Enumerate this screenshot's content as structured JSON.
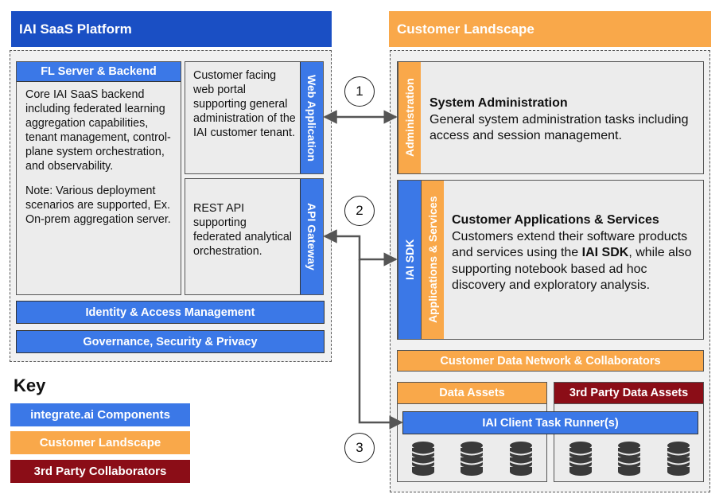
{
  "platform": {
    "header": "IAI SaaS Platform",
    "fl_server": {
      "title": "FL Server & Backend",
      "description": "Core IAI SaaS backend including federated learning aggregation capabilities, tenant management, control-plane system orchestration, and observability.",
      "note": "Note: Various deployment scenarios are supported, Ex. On-prem aggregation server."
    },
    "web_app": {
      "label": "Web Application",
      "description": "Customer facing web portal supporting general administration of the IAI customer tenant."
    },
    "api_gateway": {
      "label": "API Gateway",
      "description": "REST API supporting federated analytical orchestration."
    },
    "iam": "Identity & Access Management",
    "governance": "Governance, Security & Privacy"
  },
  "customer": {
    "header": "Customer Landscape",
    "administration": {
      "label": "Administration",
      "title": "System Administration",
      "description": "General system administration tasks including access and session management."
    },
    "sdk_label": "IAI SDK",
    "apps": {
      "label": "Applications & Services",
      "title": "Customer Applications & Services",
      "desc_part1": "Customers extend their software products and services using the ",
      "desc_bold": "IAI SDK",
      "desc_part2": ", while also supporting notebook based ad hoc discovery and exploratory analysis."
    },
    "data_network": "Customer Data Network & Collaborators",
    "data_assets": "Data Assets",
    "third_party_assets": "3rd Party Data Assets",
    "task_runner": "IAI Client Task Runner(s)"
  },
  "connectors": [
    "1",
    "2",
    "3"
  ],
  "key": {
    "title": "Key",
    "items": [
      {
        "label": "integrate.ai Components",
        "color": "#3b78e7"
      },
      {
        "label": "Customer Landscape",
        "color": "#f9a84a"
      },
      {
        "label": "3rd Party Collaborators",
        "color": "#8b0d17"
      }
    ]
  },
  "icons": {
    "database": "database-icon"
  },
  "colors": {
    "blue": "#3b78e7",
    "dark_blue": "#1a4fc4",
    "orange": "#f9a84a",
    "red": "#8b0d17"
  }
}
